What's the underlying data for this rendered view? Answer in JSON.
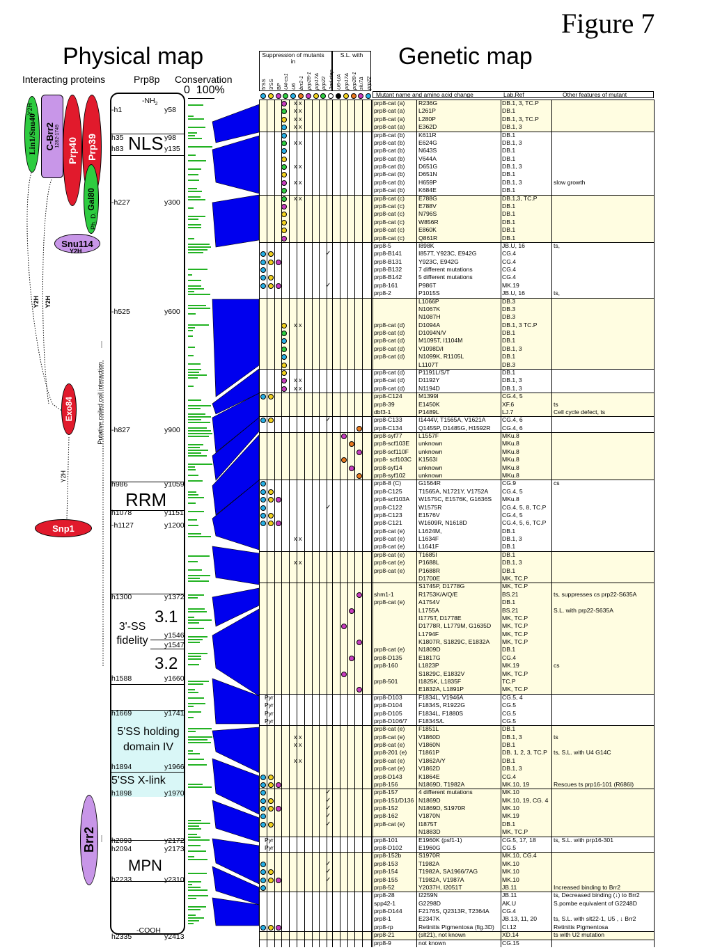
{
  "figure_label": "Figure 7",
  "physical_map": {
    "title": "Physical map",
    "col_interacting": "Interacting proteins",
    "col_prp8p": "Prp8p",
    "col_conservation": "Conservation",
    "cons_scale": "0  100%",
    "n_term": "-NH",
    "n_term_sub": "2",
    "c_term": "-COOH",
    "markers": [
      {
        "h": "-h1",
        "y": "y58"
      },
      {
        "h": "h35",
        "y": "y98"
      },
      {
        "h": "h83",
        "y": "y135"
      },
      {
        "h": "-h227",
        "y": "y300"
      },
      {
        "h": "-h525",
        "y": "y600"
      },
      {
        "h": "-h827",
        "y": "y900"
      },
      {
        "h": "h986",
        "y": "y1059"
      },
      {
        "h": "h1078",
        "y": "y1151"
      },
      {
        "h": "-h1127",
        "y": "y1200"
      },
      {
        "h": "h1300",
        "y": "y1372"
      },
      {
        "h": "",
        "y": "y1546"
      },
      {
        "h": "",
        "y": "y1547"
      },
      {
        "h": "h1588",
        "y": "y1660"
      },
      {
        "h": "h1669",
        "y": "y1741"
      },
      {
        "h": "h1894",
        "y": "y1966"
      },
      {
        "h": "h1898",
        "y": "y1970"
      },
      {
        "h": "h2093",
        "y": "y2172"
      },
      {
        "h": "h2094",
        "y": "y2173"
      },
      {
        "h": "h2233",
        "y": "y2310"
      },
      {
        "h": "h2335",
        "y": "y2413"
      }
    ],
    "domains": {
      "nls": "NLS",
      "rrm": "RRM",
      "ss_fidelity": "3'-SS fidelity",
      "d31": "3.1",
      "d32": "3.2",
      "holding": "5'SS holding domain IV",
      "xlink": "5'SS X-link",
      "mpn": "MPN"
    },
    "proteins": {
      "lin1": "Lin1/Snu40",
      "cbrr2": "C-Brr2",
      "cbrr2_range": "1282-1749",
      "prp40": "Prp40",
      "prp39": "Prp39",
      "gal80": "Gal80",
      "phd": "Ph. D.",
      "snu114": "Snu114",
      "exo84": "Exo84",
      "snp1": "Snp1",
      "brr2": "Brr2",
      "y2h": "Y2H",
      "coil": "Putative coiled coil interaction"
    }
  },
  "genetic_map": {
    "title": "Genetic map",
    "suppression_header": "Suppression of mutants in",
    "sl_header": "S.L. with",
    "sub_cols": [
      "5'SS",
      "3'SS",
      "BP",
      "U4-cs1",
      "U6",
      "brr2-1",
      "prp28-1",
      "prp17Δ",
      "prp22",
      "2nd step",
      "U6-UA",
      "prp17Δ",
      "prp28-1",
      "slu7Δ",
      "prp22"
    ],
    "col_mutant": "Mutant name and amino acid change",
    "col_lab": "Lab.Ref",
    "col_other": "Other features of mutant",
    "colors": {
      "blue": "#27b0e6",
      "yellow": "#f2d21e",
      "green": "#2ecc40",
      "purple": "#c83cbf",
      "orange": "#e8781e",
      "cream": "#fffde1",
      "light_cyan": "#d9f7f7",
      "wedge": "#0000ee",
      "red": "#e11a2c",
      "lilac": "#c896e8"
    },
    "rows": [
      [
        "prp8-cat (a)",
        "R236G",
        "DB.1, 3, TC.P",
        ""
      ],
      [
        "prp8-cat (a)",
        "L261P",
        "DB.1",
        ""
      ],
      [
        "prp8-cat (a)",
        "L280P",
        "DB.1, 3, TC.P",
        ""
      ],
      [
        "prp8-cat (a)",
        "E362D",
        "DB.1, 3",
        ""
      ],
      [
        "prp8-cat (b)",
        "K611R",
        "DB.1",
        ""
      ],
      [
        "prp8-cat (b)",
        "E624G",
        "DB.1, 3",
        ""
      ],
      [
        "prp8-cat (b)",
        "N643S",
        "DB.1",
        ""
      ],
      [
        "prp8-cat (b)",
        "V644A",
        "DB.1",
        ""
      ],
      [
        "prp8-cat (b)",
        "D651G",
        "DB.1, 3",
        ""
      ],
      [
        "prp8-cat (b)",
        "D651N",
        "DB.1",
        ""
      ],
      [
        "prp8-cat (b)",
        "H659P",
        "DB.1, 3",
        "slow growth"
      ],
      [
        "prp8-cat (b)",
        "K684E",
        "DB.1",
        ""
      ],
      [
        "prp8-cat (c)",
        "E788G",
        "DB.1,3, TC.P",
        ""
      ],
      [
        "prp8-cat (c)",
        "E788V",
        "DB.1",
        ""
      ],
      [
        "prp8-cat (c)",
        "N796S",
        "DB.1",
        ""
      ],
      [
        "prp8-cat (c)",
        "W856R",
        "DB.1",
        ""
      ],
      [
        "prp8-cat (c)",
        "E860K",
        "DB.1",
        ""
      ],
      [
        "prp8-cat (c)",
        "Q861R",
        "DB.1",
        ""
      ],
      [
        "prp8-5",
        "I898K",
        "JB.U, 16",
        "ts,"
      ],
      [
        "prp8-B141",
        "I857T, Y923C, E942G",
        "CG.4",
        ""
      ],
      [
        "prp8-B131",
        "Y923C, E942G",
        "CG.4",
        ""
      ],
      [
        "prp8-B132",
        "7 different mutations",
        "CG.4",
        ""
      ],
      [
        "prp8-B142",
        "5 different mutations",
        "CG.4",
        ""
      ],
      [
        "prp8-161",
        "P986T",
        "MK.19",
        ""
      ],
      [
        "prp8-2",
        "P1015S",
        "JB.U, 16",
        "ts,"
      ],
      [
        "",
        "L1066P",
        "DB.3",
        ""
      ],
      [
        "",
        "N1067K",
        "DB.3",
        ""
      ],
      [
        "",
        "N1087H",
        "DB.3",
        ""
      ],
      [
        "prp8-cat (d)",
        "D1094A",
        "DB.1, 3 TC.P",
        ""
      ],
      [
        "prp8-cat (d)",
        "D1094N/V",
        "DB.1",
        ""
      ],
      [
        "prp8-cat (d)",
        "M1095T, I1104M",
        "DB.1",
        ""
      ],
      [
        "prp8-cat (d)",
        "V1098D/I",
        "DB.1, 3",
        ""
      ],
      [
        "prp8-cat (d)",
        "N1099K, R1105L",
        "DB.1",
        ""
      ],
      [
        "",
        "L1107T",
        "DB.3",
        ""
      ],
      [
        "prp8-cat (d)",
        "P1191L/S/T",
        "DB.1",
        ""
      ],
      [
        "prp8-cat (d)",
        "D1192Y",
        "DB.1, 3",
        ""
      ],
      [
        "prp8-cat (d)",
        "N1194D",
        "DB.1, 3",
        ""
      ],
      [
        "prp8-C124",
        "M1399I",
        "CG.4, 5",
        ""
      ],
      [
        "prp8-39",
        "E1450K",
        "XF.6",
        "ts"
      ],
      [
        "dbf3-1",
        "P1489L",
        "LJ.7",
        "Cell cycle defect, ts"
      ],
      [
        "prp8-C133",
        "I1444V, T1565A, V1621A",
        "CG.4, 6",
        ""
      ],
      [
        "prp8-C134",
        "Q1455P, D1485G, H1592R",
        "CG.4, 6",
        ""
      ],
      [
        "prp8-syf77",
        "L1557F",
        "MKu.8",
        ""
      ],
      [
        "prp8-scf103E",
        "unknown",
        "MKu.8",
        ""
      ],
      [
        "prp8-scf110F",
        "unknown",
        "MKu.8",
        ""
      ],
      [
        "prp8- scf103C",
        "K1563I",
        "MKu.8",
        ""
      ],
      [
        "prp8-syf14",
        "unknown",
        "MKu.8",
        ""
      ],
      [
        "prp8-syf102",
        "unknown",
        "MKu.8",
        ""
      ],
      [
        "prp8-8 (C)",
        "G1564R",
        "CG.9",
        "cs"
      ],
      [
        "prp8-C125",
        "T1565A, N1721Y, V1752A",
        "CG.4, 5",
        ""
      ],
      [
        "prp8-scf103A",
        "W1575C, E1576K, G1636S",
        "MKu.8",
        ""
      ],
      [
        "prp8-C122",
        "W1575R",
        "CG.4, 5, 8, TC.P",
        ""
      ],
      [
        "prp8-C123",
        "E1576V",
        "CG.4, 5",
        ""
      ],
      [
        "prp8-C121",
        "W1609R, N1618D",
        "CG.4, 5, 6, TC.P",
        ""
      ],
      [
        "prp8-cat (e)",
        "L1624M,",
        "DB.1",
        ""
      ],
      [
        "prp8-cat (e)",
        "L1634F",
        "DB.1, 3",
        ""
      ],
      [
        "prp8-cat (e)",
        "L1641F",
        "DB.1",
        ""
      ],
      [
        "prp8-cat (e)",
        "T1685I",
        "DB.1",
        ""
      ],
      [
        "prp8-cat (e)",
        "P1688L",
        "DB.1, 3",
        ""
      ],
      [
        "prp8-cat (e)",
        "P1688R",
        "DB.1",
        ""
      ],
      [
        "",
        "D1700E",
        "MK, TC.P",
        ""
      ],
      [
        "",
        "S1745P, D1778G",
        "MK, TC.P",
        ""
      ],
      [
        "shm1-1",
        "R1753K/A/Q/E",
        "BS.21",
        "ts, suppresses cs prp22-S635A"
      ],
      [
        "prp8-cat (e)",
        "A1754V",
        "DB.1",
        ""
      ],
      [
        "",
        "L1755A",
        "BS.21",
        "S.L. with prp22-S635A"
      ],
      [
        "",
        "I1775T, D1778E",
        "MK, TC.P",
        ""
      ],
      [
        "",
        "D1778R, L1779M, G1635D",
        "MK, TC.P",
        ""
      ],
      [
        "",
        "L1794F",
        "MK, TC.P",
        ""
      ],
      [
        "",
        "K1807R, S1829C, E1832A",
        "MK, TC.P",
        ""
      ],
      [
        "prp8-cat (e)",
        "N1809D",
        "DB.1",
        ""
      ],
      [
        "prp8-D135",
        "E1817G",
        "CG.4",
        ""
      ],
      [
        "prp8-160",
        "L1823P",
        "MK.19",
        "cs"
      ],
      [
        "",
        "S1829C, E1832V",
        "MK, TC.P",
        ""
      ],
      [
        "prp8-501",
        "I1825K, L1835F",
        "TC.P",
        ""
      ],
      [
        "",
        "E1832A, L1891P",
        "MK, TC.P",
        ""
      ],
      [
        "prp8-D103",
        "F1834L, V1946A",
        "CG.5, 4",
        ""
      ],
      [
        "prp8-D104",
        "F1834S, R1922G",
        "CG.5",
        ""
      ],
      [
        "prp8-D105",
        "F1834L, F1880S",
        "CG.5",
        ""
      ],
      [
        "prp8-D106/7",
        "F1834S/L",
        "CG.5",
        ""
      ],
      [
        "prp8-cat (e)",
        "F1851L",
        "DB.1",
        ""
      ],
      [
        "prp8-cat (e)",
        "V1860D",
        "DB.1, 3",
        "ts"
      ],
      [
        "prp8-cat (e)",
        "V1860N",
        "DB.1",
        ""
      ],
      [
        "prp8-201 (e)",
        "T1861P",
        "DB. 1, 2, 3, TC.P",
        "ts, S.L. with U4 G14C"
      ],
      [
        "prp8-cat (e)",
        "V1862A/Y",
        "DB.1",
        ""
      ],
      [
        "prp8-cat (e)",
        "V1862D",
        "DB.1, 3",
        ""
      ],
      [
        "prp8-D143",
        "K1864E",
        "CG.4",
        ""
      ],
      [
        "prp8-156",
        "N1869D, T1982A",
        "MK.10, 19",
        "Rescues ts prp16-101 (R686I)"
      ],
      [
        "prp8-157",
        "4 different mutations",
        "MK.10",
        ""
      ],
      [
        "prp8-151/D136",
        "N1869D",
        "MK.10, 19, CG. 4",
        ""
      ],
      [
        "prp8-152",
        "N1869D, S1970R",
        "MK.10",
        ""
      ],
      [
        "prp8-162",
        "V1870N",
        "MK.19",
        ""
      ],
      [
        "prp8-cat (e)",
        "I1875T",
        "DB.1",
        ""
      ],
      [
        "",
        "N1883D",
        "MK, TC.P",
        ""
      ],
      [
        "prp8-101",
        "E1960K (psf1-1)",
        "CG.5, 17, 18",
        "ts, S.L. with  prp16-301"
      ],
      [
        "prp8-D102",
        "E1960G",
        "CG.5",
        ""
      ],
      [
        "prp8-152b",
        "S1970R",
        "MK.10, CG.4",
        ""
      ],
      [
        "prp8-153",
        "T1982A",
        "MK.10",
        ""
      ],
      [
        "prp8-154",
        "T1982A, SA1966/7AG",
        "MK.10",
        ""
      ],
      [
        "prp8-155",
        "T1982A, V1987A",
        "MK.10",
        ""
      ],
      [
        "prp8-52",
        "Y2037H, I2051T",
        "JB.11",
        "Increased binding to Brr2"
      ],
      [
        "prp8-28",
        "I2259N",
        "JB.11",
        "ts, Decreased binding (↓) to Brr2"
      ],
      [
        "spp42-1",
        "G2298D",
        "AK.U",
        "S.pombe equivalent of G2248D"
      ],
      [
        "prp8-D144",
        "F2176S, Q2313R, T2364A",
        "CG.4",
        ""
      ],
      [
        "prp8-1",
        "E2347K",
        "JB.13, 11, 20",
        "ts, S.L. with  slt22-1, U5 , ↓ Brr2"
      ],
      [
        "prp8-rp",
        "Retinitis Pigmentosa (fig.3D)",
        "CI.12",
        "Retinitis Pigmentosa"
      ],
      [
        "prp8-21",
        "(slt21), not known",
        "XD.14",
        "ts with U2 mutation"
      ],
      [
        "prp8-9",
        "not known",
        "CG.15",
        ""
      ]
    ],
    "pyr": "Pyr",
    "x_mark": "x",
    "check": "✓"
  }
}
